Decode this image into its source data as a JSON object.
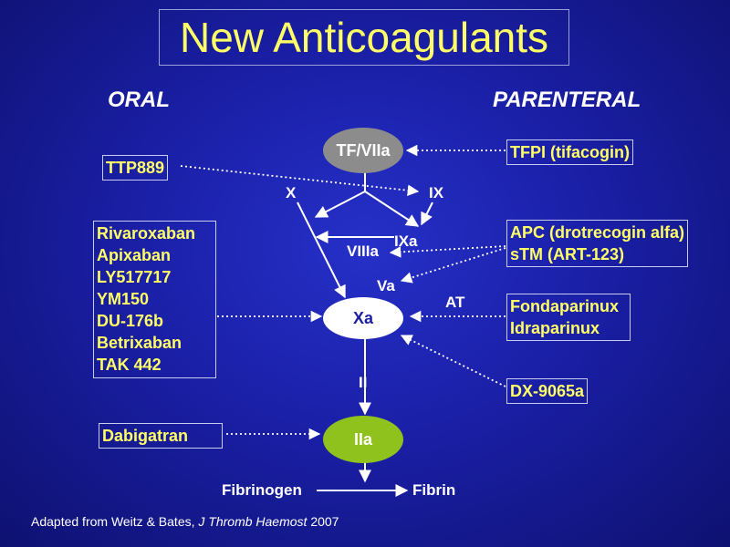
{
  "slide": {
    "title": "New Anticoagulants",
    "oral_heading": "ORAL",
    "parenteral_heading": "PARENTERAL"
  },
  "nodes": {
    "tf_viia": "TF/VIIa",
    "xa": "Xa",
    "iia": "IIa"
  },
  "labels": {
    "x": "X",
    "ix": "IX",
    "ixa": "IXa",
    "viiia": "VIIIa",
    "va": "Va",
    "at": "AT",
    "ii": "II",
    "fibrinogen": "Fibrinogen",
    "fibrin": "Fibrin"
  },
  "oral": {
    "ttp889": "TTP889",
    "xa_inhibitors": [
      "Rivaroxaban",
      "Apixaban",
      "LY517717",
      "YM150",
      "DU-176b",
      "Betrixaban",
      "TAK 442"
    ],
    "dabigatran": "Dabigatran"
  },
  "parenteral": {
    "tfpi": "TFPI (tifacogin)",
    "apc": "APC (drotrecogin alfa)",
    "stm": "sTM (ART-123)",
    "fondaparinux": "Fondaparinux",
    "idraparinux": "Idraparinux",
    "dx": "DX-9065a"
  },
  "footnote": {
    "prefix": "Adapted from Weitz & Bates, ",
    "journal": "J Thromb Haemost",
    "year": " 2007"
  },
  "colors": {
    "background": "#1a1fa6",
    "drug_text": "#ffff66",
    "tf_node": "#8c8c8c",
    "xa_node": "#ffffff",
    "iia_node": "#8fc21c"
  }
}
